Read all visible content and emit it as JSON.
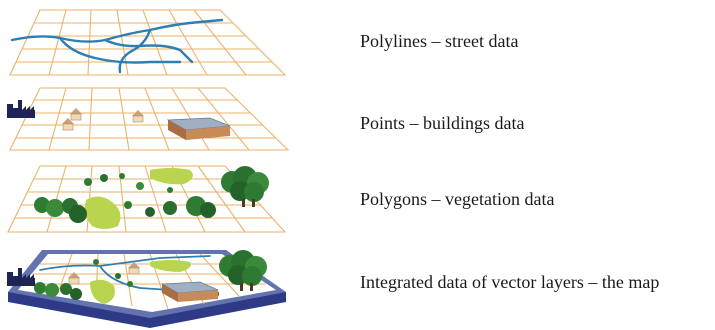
{
  "layers": [
    {
      "id": "streets",
      "label": "Polylines – street data"
    },
    {
      "id": "buildings",
      "label": "Points – buildings data"
    },
    {
      "id": "vegetation",
      "label": "Polygons – vegetation data"
    },
    {
      "id": "integrated",
      "label": "Integrated data of vector layers – the map"
    }
  ],
  "colors": {
    "grid": "#e9b36a",
    "street": "#2e7fb1",
    "base_top": "#6373b0",
    "base_side": "#2f3a87",
    "factory": "#1f2457",
    "tree_dark": "#1f6a2b",
    "tree_mid": "#3f8f3a",
    "foliage_light": "#b9d44f",
    "building_roof": "#9fb0c4",
    "building_wall": "#c98a5a",
    "house_roof": "#c8a07a",
    "house_wall": "#efd9b8"
  }
}
